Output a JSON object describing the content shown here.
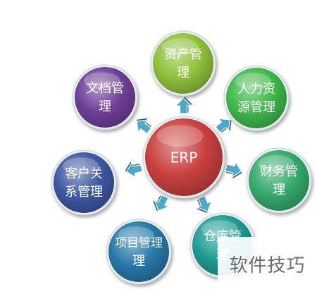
{
  "center": {
    "label": "ERP",
    "color": "#c9403f"
  },
  "nodes": [
    {
      "id": "assets",
      "line1": "资产管",
      "line2": "理",
      "color": "#8fc13a"
    },
    {
      "id": "hr",
      "line1": "人力资",
      "line2": "源管理",
      "color": "#3fb849"
    },
    {
      "id": "finance",
      "line1": "财务管",
      "line2": "理",
      "color": "#35aa6a"
    },
    {
      "id": "warehouse",
      "line1": "仓库管",
      "line2": "理",
      "color": "#1e9b93"
    },
    {
      "id": "project",
      "line1": "项目管理",
      "line2": "理",
      "color": "#2778a8"
    },
    {
      "id": "crm",
      "line1": "客户关",
      "line2": "系管理",
      "color": "#3e57a3"
    },
    {
      "id": "docs",
      "line1": "文档管",
      "line2": "理",
      "color": "#6e3f98"
    }
  ],
  "arrow_color": "#4fa8c9",
  "watermark": "软件技巧"
}
